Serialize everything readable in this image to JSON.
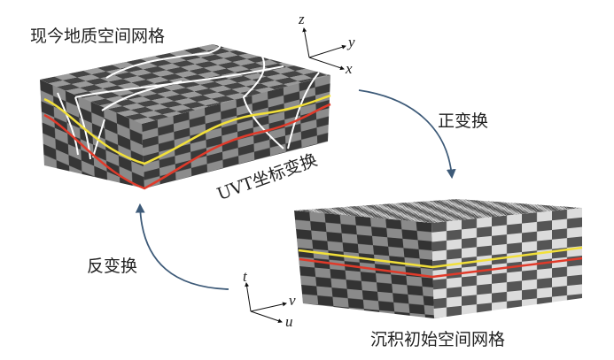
{
  "title_current": "现今地质空间网格",
  "title_initial": "沉积初始空间网格",
  "forward_label": "正变换",
  "inverse_label": "反变换",
  "transform_label": "UVT坐标变换",
  "axes_current": {
    "z": "z",
    "y": "y",
    "x": "x"
  },
  "axes_initial": {
    "t": "t",
    "v": "v",
    "u": "u"
  },
  "colors": {
    "horizon_upper": "#f2e03a",
    "horizon_lower": "#e03a2a",
    "fault": "#ffffff",
    "arrow": "#3d5a78"
  }
}
